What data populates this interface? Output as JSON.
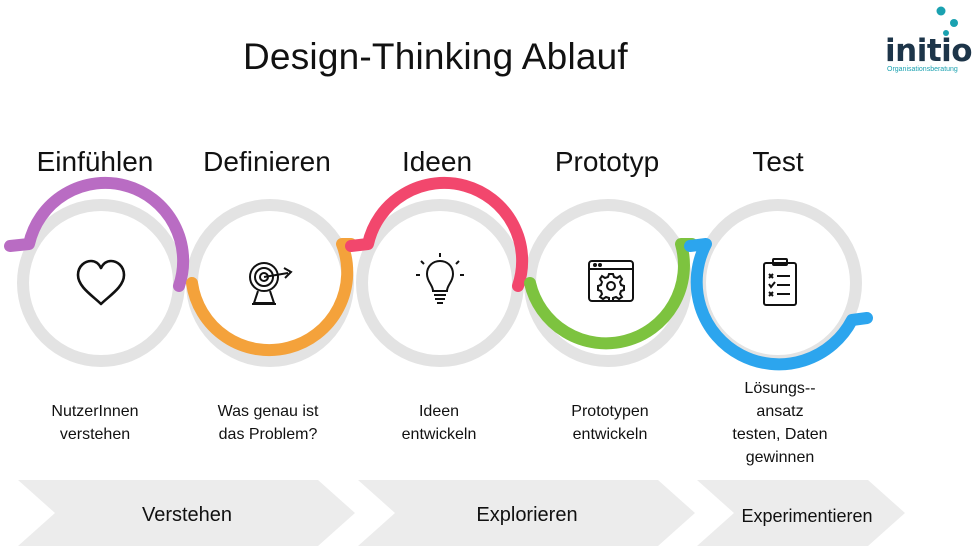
{
  "title": "Design-Thinking Ablauf",
  "logo": {
    "word": "initio",
    "subtitle": "Organisationsberatung",
    "dot_color": "#1aa1b0"
  },
  "steps": [
    {
      "title": "Einfühlen",
      "description": [
        "NutzerInnen",
        "verstehen"
      ],
      "icon": "heart-icon",
      "color": "#b96cc3"
    },
    {
      "title": "Definieren",
      "description": [
        "Was genau ist",
        "das Problem?"
      ],
      "icon": "target-icon",
      "color": "#f4a23b"
    },
    {
      "title": "Ideen",
      "description": [
        "Ideen",
        "entwickeln"
      ],
      "icon": "lightbulb-icon",
      "color": "#f2476d"
    },
    {
      "title": "Prototyp",
      "description": [
        "Prototypen",
        "entwickeln"
      ],
      "icon": "gear-window-icon",
      "color": "#7dc33f"
    },
    {
      "title": "Test",
      "description": [
        "Lösungs--",
        "ansatz",
        "testen, Daten",
        "gewinnen"
      ],
      "icon": "checklist-icon",
      "color": "#2ca5ee"
    }
  ],
  "phases": [
    {
      "label": "Verstehen"
    },
    {
      "label": "Explorieren"
    },
    {
      "label": "Experimentieren"
    }
  ],
  "ring_track_color": "#e3e3e3",
  "chevron_color": "#ececec"
}
